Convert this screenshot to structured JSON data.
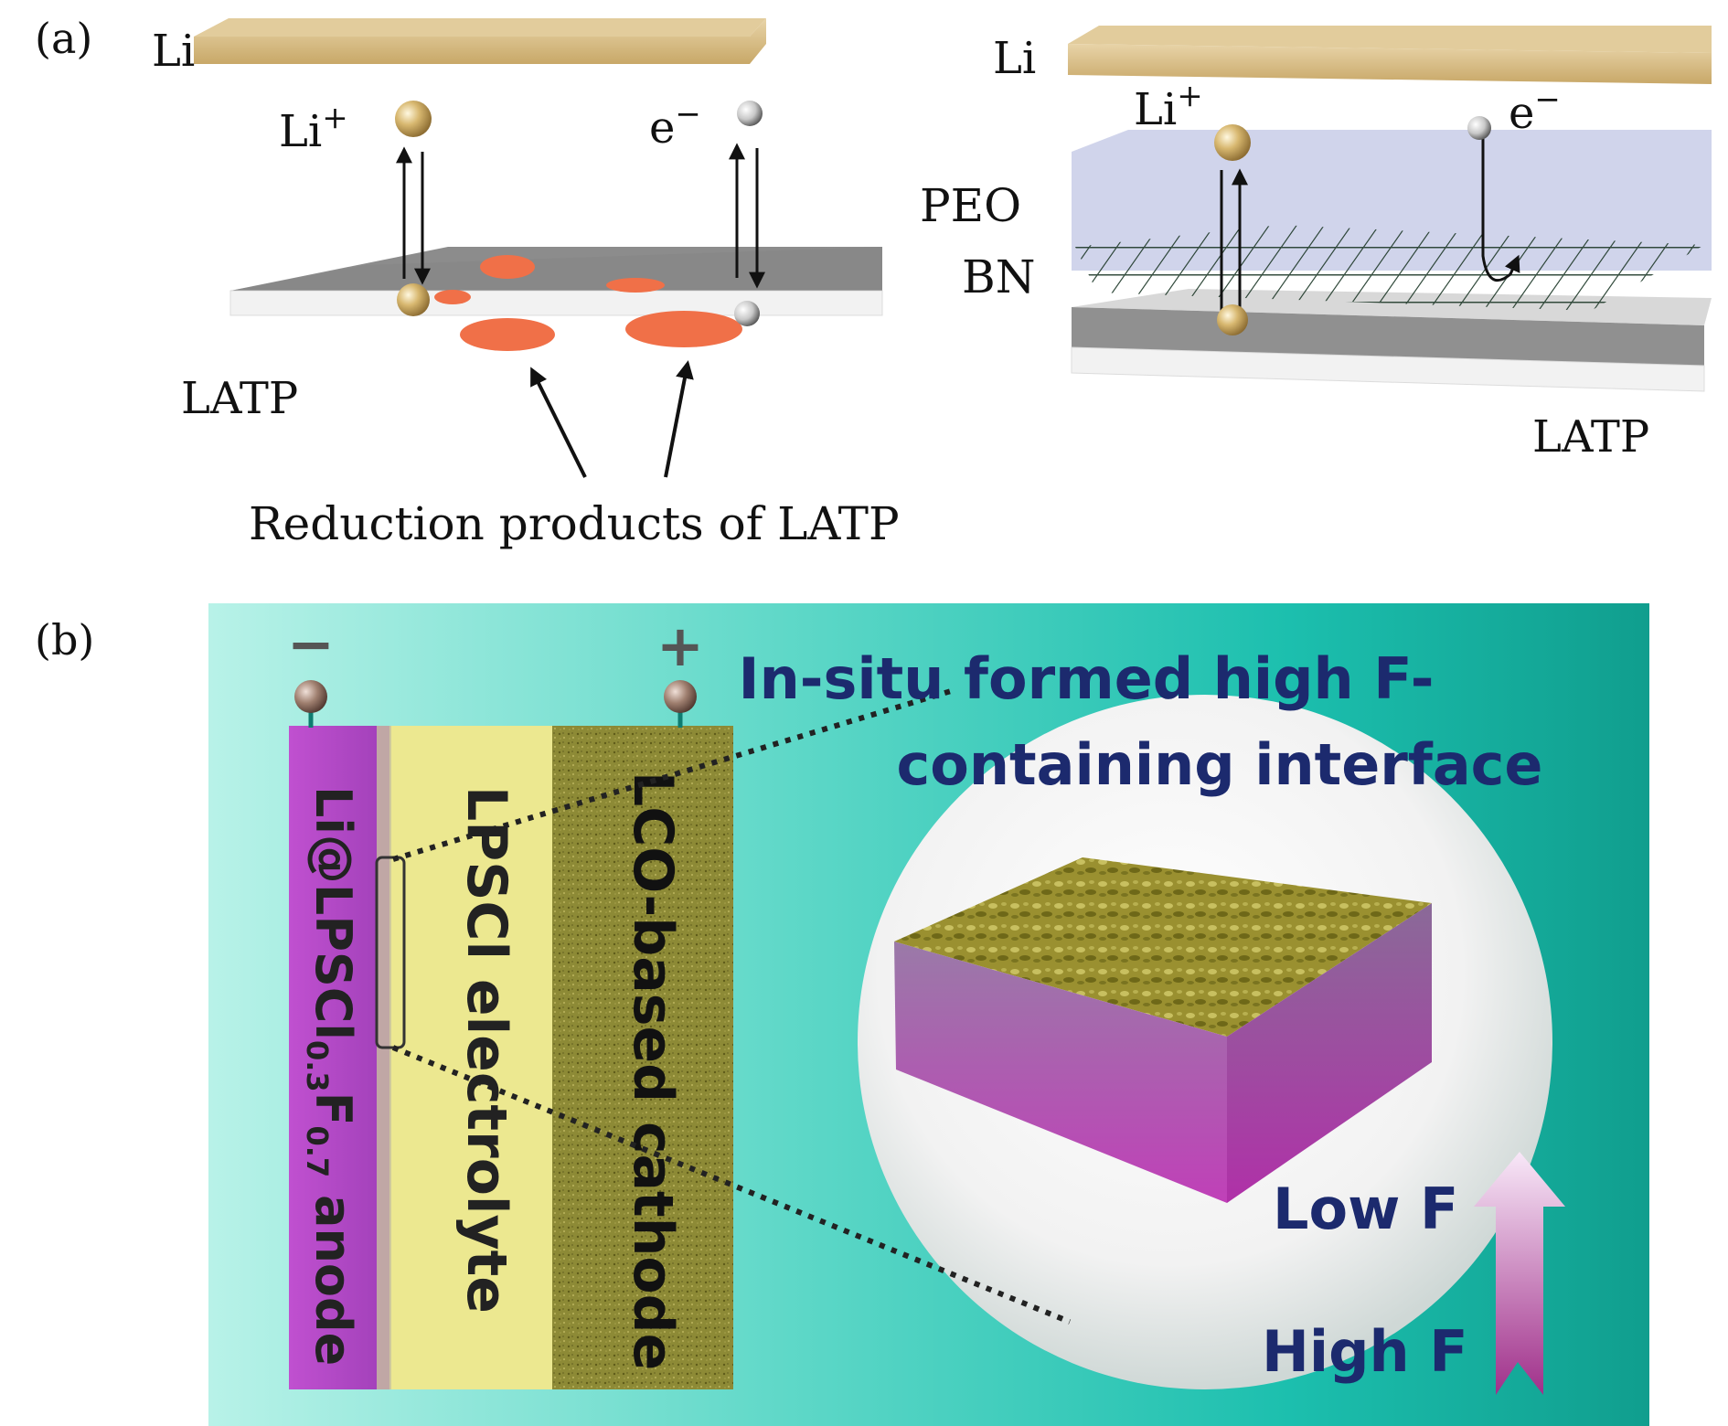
{
  "panel_a": {
    "label": "(a)",
    "left": {
      "li_label": "Li",
      "li_ion_label": "Li",
      "li_ion_sup": "+",
      "electron_label": "e",
      "electron_sup": "−",
      "latp_label": "LATP",
      "caption": "Reduction products of LATP"
    },
    "right": {
      "li_label": "Li",
      "li_ion_label": "Li",
      "li_ion_sup": "+",
      "electron_label": "e",
      "electron_sup": "−",
      "peo_label": "PEO",
      "bn_label": "BN",
      "latp_label": "LATP"
    }
  },
  "panel_b": {
    "label": "(b)",
    "minus_sign": "−",
    "plus_sign": "+",
    "anode": {
      "text_main": "Li@LPSCl",
      "sub1": "0.3",
      "mid": "F",
      "sub2": "0.7",
      "tail": " anode"
    },
    "electrolyte_label": "LPSCl electrolyte",
    "cathode_label": "LCO-based cathode",
    "interface_title_line1": "In-situ formed high F-",
    "interface_title_line2": "containing interface",
    "low_f_label": "Low F",
    "high_f_label": "High F"
  },
  "colors": {
    "lithium_foil": "#dcc38e",
    "latp_top": "#8c8c8c",
    "reduction_spot": "#f07048",
    "peo_layer": "#c8cde8",
    "bn_mesh": "#1f3a2a",
    "teal_background": "#12b5a4",
    "anode_purple": "#b040c0",
    "electrolyte_yellow": "#ece890",
    "cathode_olive": "#8a8630",
    "label_navy": "#1c2a6e"
  }
}
